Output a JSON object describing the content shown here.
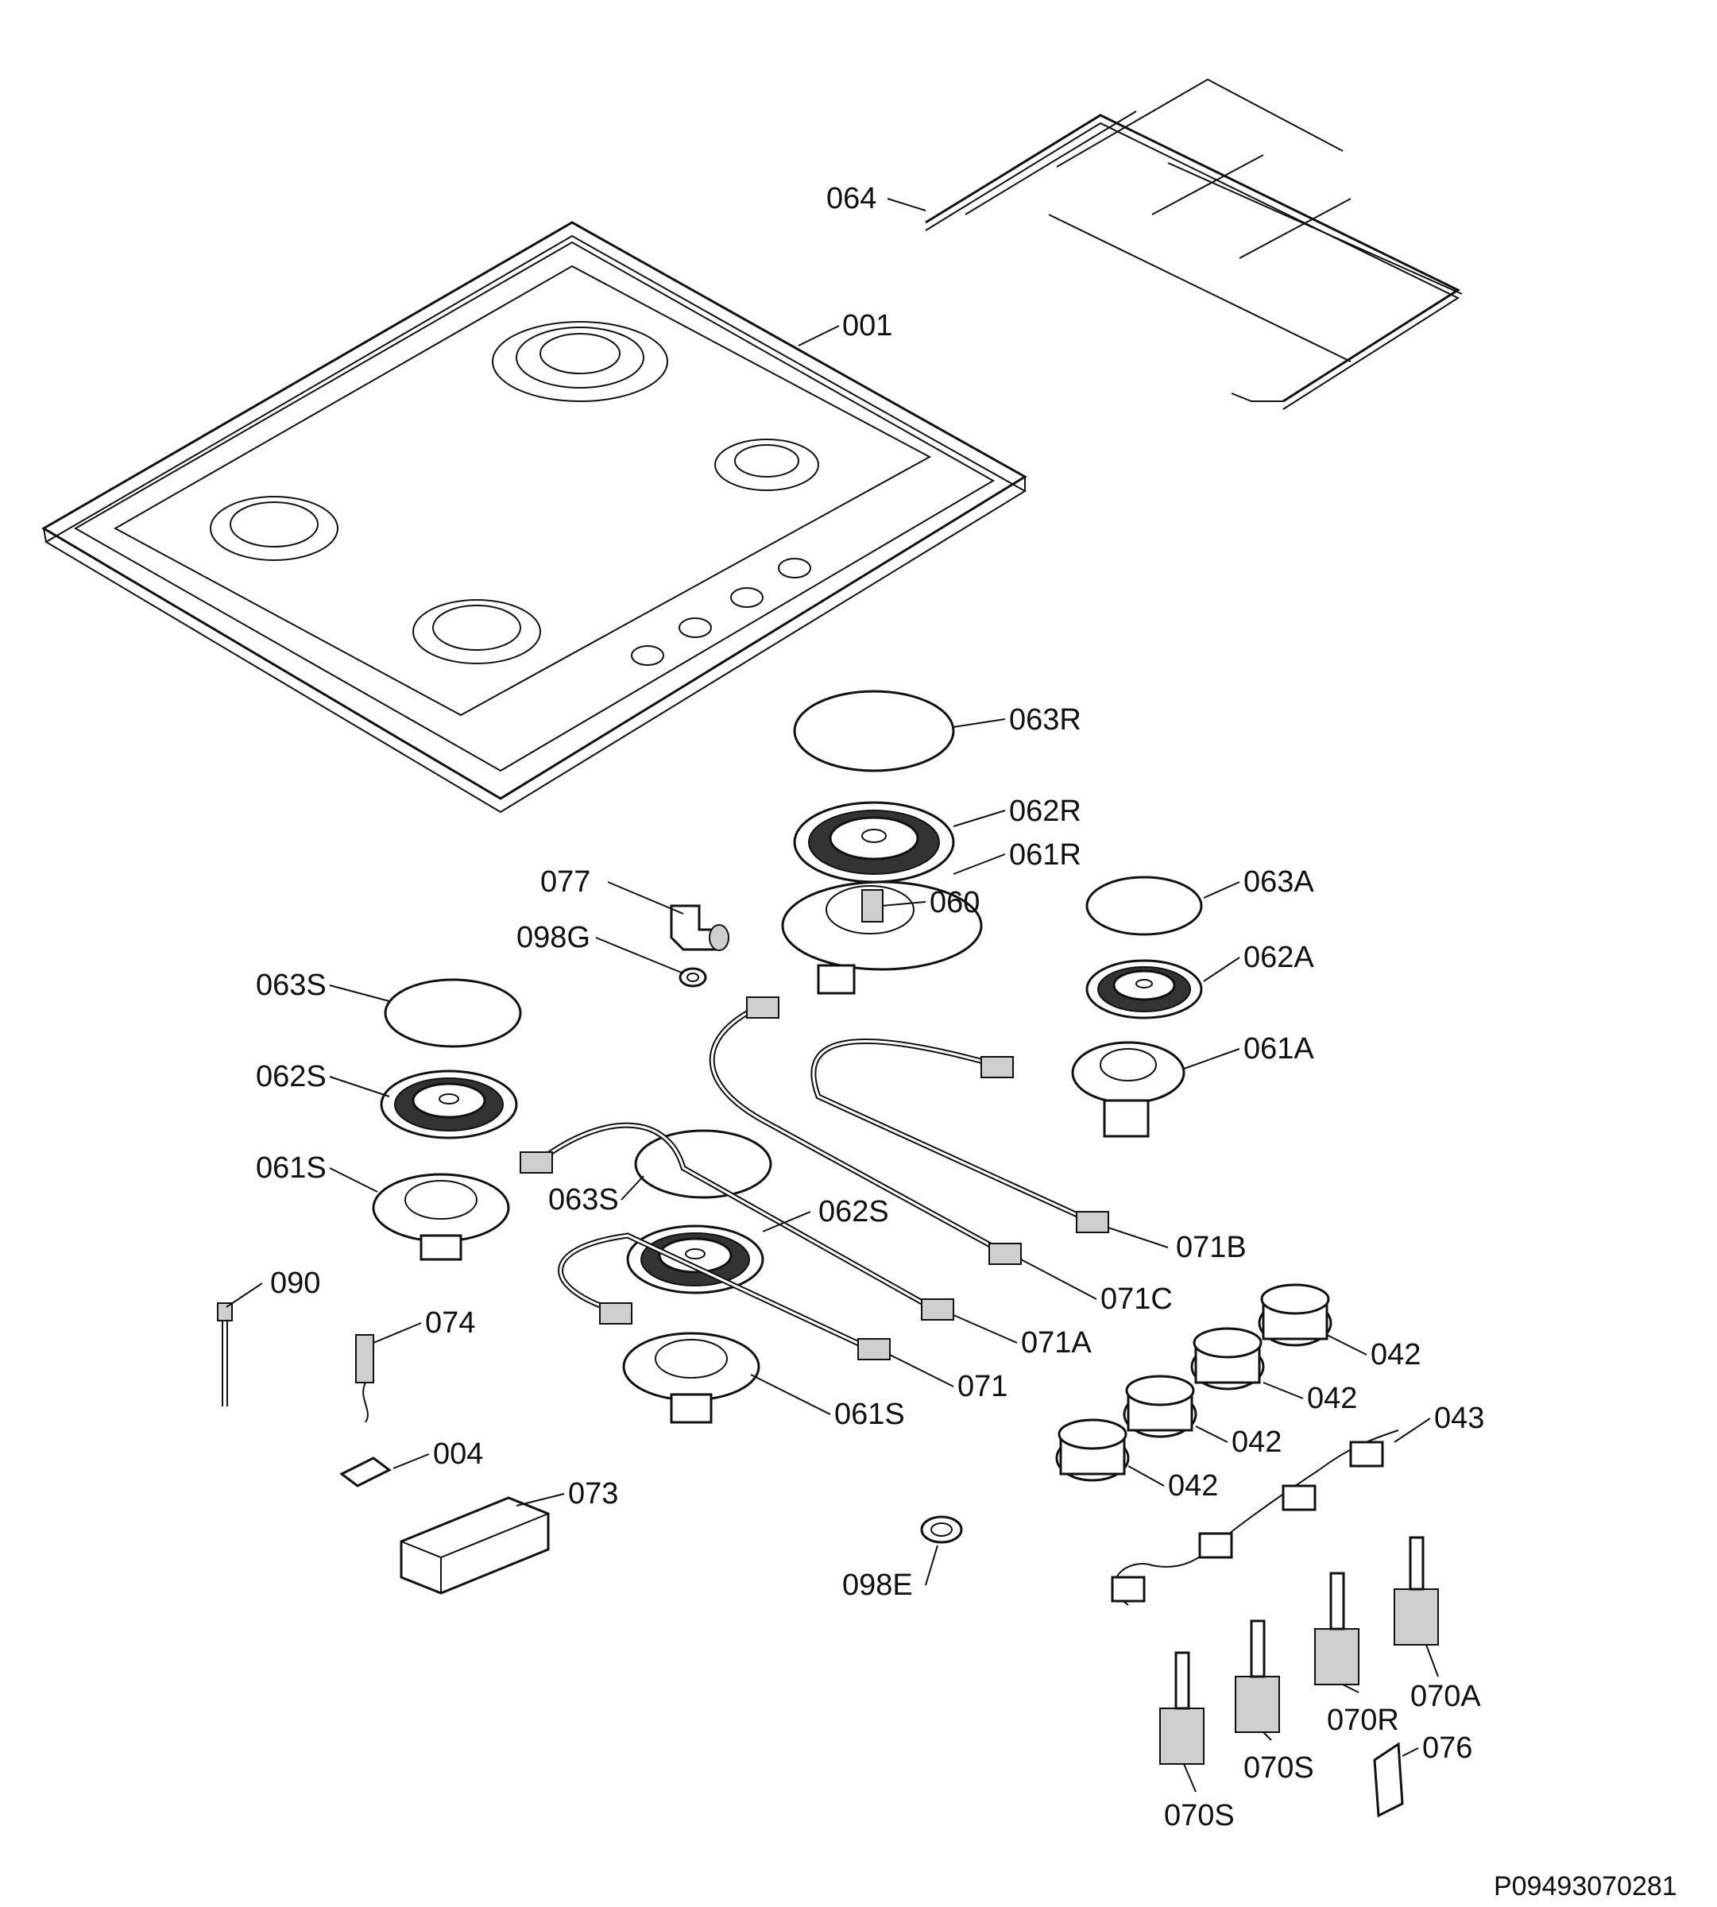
{
  "reference_code": "P09493070281",
  "labels": [
    {
      "id": "064",
      "text": "064"
    },
    {
      "id": "001",
      "text": "001"
    },
    {
      "id": "063R",
      "text": "063R"
    },
    {
      "id": "062R",
      "text": "062R"
    },
    {
      "id": "061R",
      "text": "061R"
    },
    {
      "id": "077",
      "text": "077"
    },
    {
      "id": "060",
      "text": "060"
    },
    {
      "id": "063A",
      "text": "063A"
    },
    {
      "id": "098G",
      "text": "098G"
    },
    {
      "id": "062A",
      "text": "062A"
    },
    {
      "id": "063S_a",
      "text": "063S"
    },
    {
      "id": "062S_a",
      "text": "062S"
    },
    {
      "id": "061A",
      "text": "061A"
    },
    {
      "id": "061S_a",
      "text": "061S"
    },
    {
      "id": "063S_b",
      "text": "063S"
    },
    {
      "id": "062S_b",
      "text": "062S"
    },
    {
      "id": "071B",
      "text": "071B"
    },
    {
      "id": "090",
      "text": "090"
    },
    {
      "id": "071C",
      "text": "071C"
    },
    {
      "id": "074",
      "text": "074"
    },
    {
      "id": "071A",
      "text": "071A"
    },
    {
      "id": "042_a",
      "text": "042"
    },
    {
      "id": "071",
      "text": "071"
    },
    {
      "id": "042_b",
      "text": "042"
    },
    {
      "id": "061S_b",
      "text": "061S"
    },
    {
      "id": "042_c",
      "text": "042"
    },
    {
      "id": "043",
      "text": "043"
    },
    {
      "id": "004",
      "text": "004"
    },
    {
      "id": "042_d",
      "text": "042"
    },
    {
      "id": "073",
      "text": "073"
    },
    {
      "id": "098E",
      "text": "098E"
    },
    {
      "id": "070A",
      "text": "070A"
    },
    {
      "id": "070R",
      "text": "070R"
    },
    {
      "id": "076",
      "text": "076"
    },
    {
      "id": "070S_a",
      "text": "070S"
    },
    {
      "id": "070S_b",
      "text": "070S"
    }
  ]
}
